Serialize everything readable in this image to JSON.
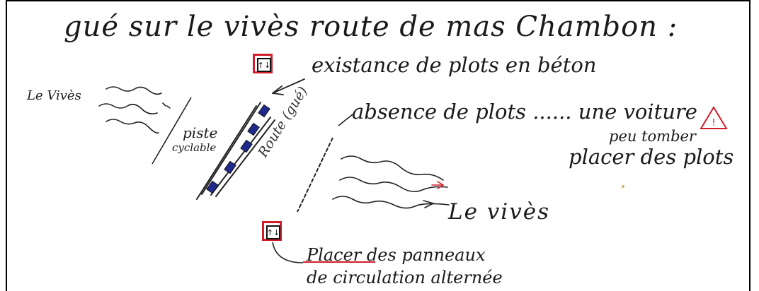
{
  "title": "gué sur le vivès route de mas Chambon :",
  "annotations": {
    "existence": "existance de plots en béton",
    "vives_left": "Le Vivès",
    "piste": "piste",
    "cyclable": "cyclable",
    "route": "Route (gué)",
    "absence_line1": "absence de plots ...... une voiture",
    "absence_line2": "peu tomber",
    "absence_line3": "placer des plots",
    "vives_right": "Le vivès",
    "panneaux_line1": "Placer des panneaux",
    "panneaux_line2": "de circulation alternée"
  },
  "signs": {
    "top_symbol": "↑↓",
    "bottom_symbol": "↑↓"
  },
  "warning_symbol": "!",
  "colors": {
    "ink": "#1a1a1a",
    "sign_red": "#d01f2a",
    "blocks_blue": "#1f2a8c",
    "warning_red": "#d01f2a",
    "arrow_red": "#d01f2a"
  }
}
